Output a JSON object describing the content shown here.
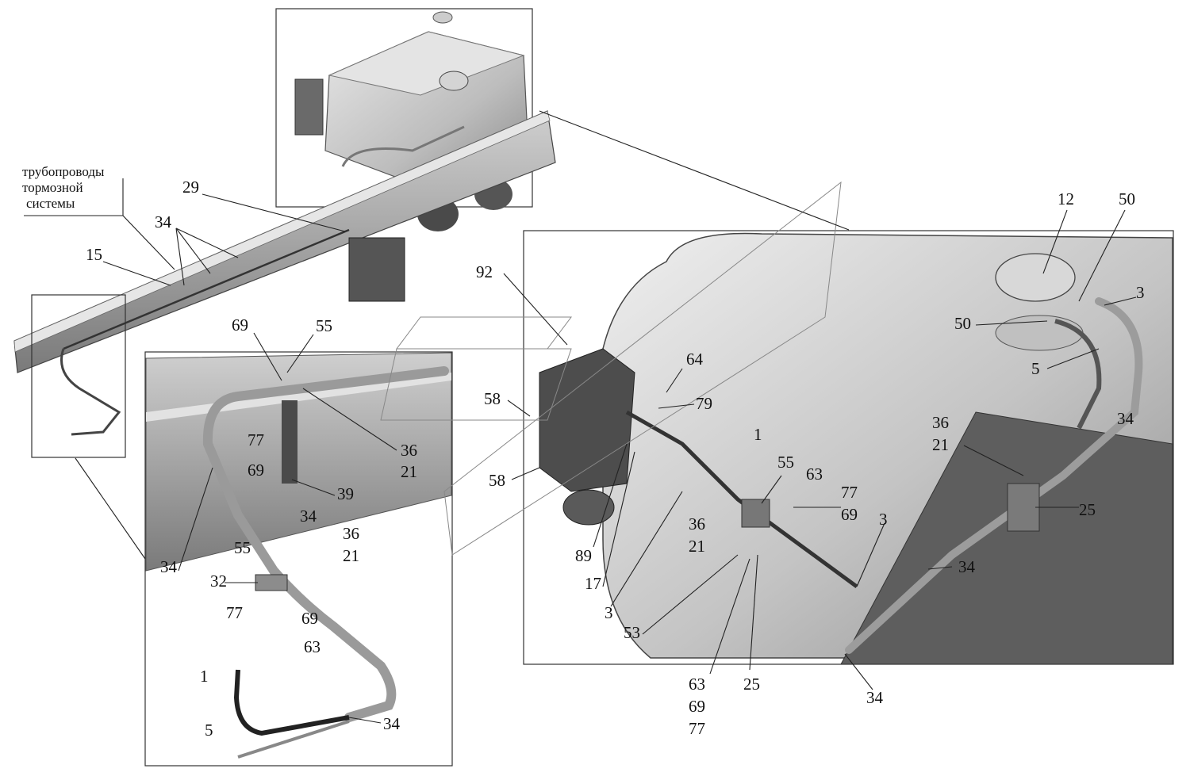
{
  "note_brake_lines": [
    "трубопроводы",
    "тормозной",
    "системы"
  ],
  "callouts": {
    "c29": "29",
    "c34_top": "34",
    "c15": "15",
    "c69_a": "69",
    "c55_a": "55",
    "c77_a": "77",
    "c69_b": "69",
    "c36_a": "36",
    "c21_a": "21",
    "c39": "39",
    "c34_b": "34",
    "c36_b": "36",
    "c21_b": "21",
    "c55_b": "55",
    "c34_c": "34",
    "c32": "32",
    "c77_b": "77",
    "c69_c": "69",
    "c63_a": "63",
    "c1_a": "1",
    "c34_d": "34",
    "c5_a": "5",
    "c92": "92",
    "c58_a": "58",
    "c58_b": "58",
    "c64": "64",
    "c79": "79",
    "c1_b": "1",
    "c55_c": "55",
    "c63_b": "63",
    "c77_c": "77",
    "c69_d": "69",
    "c36_c": "36",
    "c21_c": "21",
    "c89": "89",
    "c17": "17",
    "c3_a": "3",
    "c53": "53",
    "c63_c": "63",
    "c69_e": "69",
    "c77_d": "77",
    "c25_a": "25",
    "c34_e": "34",
    "c3_b": "3",
    "c34_f": "34",
    "c25_b": "25",
    "c36_d": "36",
    "c21_d": "21",
    "c34_g": "34",
    "c12": "12",
    "c50_a": "50",
    "c50_b": "50",
    "c5_b": "5",
    "c3_c": "3"
  },
  "colors": {
    "metal_light": "#d9d9d9",
    "metal_mid": "#a8a8a8",
    "metal_dark": "#5c5c5c",
    "ink": "#111111"
  }
}
